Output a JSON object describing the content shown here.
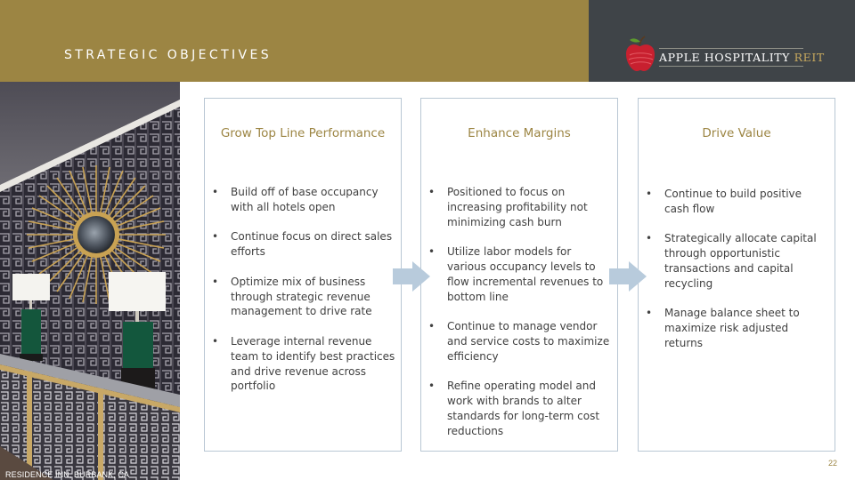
{
  "header": {
    "title": "STRATEGIC OBJECTIVES",
    "logo": {
      "name": "APPLE HOSPITALITY",
      "suffix": "REIT",
      "icon": "apple-icon"
    }
  },
  "photo": {
    "caption": "RESIDENCE INN, BURBANK, CA"
  },
  "columns": [
    {
      "title": "Grow Top Line Performance",
      "bullets": [
        "Build off of base occupancy with all hotels open",
        "Continue focus on direct sales efforts",
        "Optimize mix of business through strategic revenue management to drive rate",
        "Leverage internal revenue team to identify best practices and drive revenue across portfolio"
      ]
    },
    {
      "title": "Enhance Margins",
      "bullets": [
        "Positioned to focus on increasing profitability not minimizing cash burn",
        "Utilize labor models for various occupancy levels to flow incremental revenues to bottom line",
        "Continue to manage vendor and service costs to maximize efficiency",
        "Refine operating model and work with brands to alter standards for long-term cost reductions"
      ]
    },
    {
      "title": "Drive Value",
      "bullets": [
        "Continue to build positive cash flow",
        "Strategically allocate capital through opportunistic transactions and capital recycling",
        "Manage balance sheet to maximize risk adjusted returns"
      ]
    }
  ],
  "colors": {
    "gold": "#9c8543",
    "charcoal": "#3f4448",
    "card_border": "#b9c7d4",
    "arrow": "#b8cbdc",
    "apple_red": "#c8202f"
  },
  "page_number": "22"
}
